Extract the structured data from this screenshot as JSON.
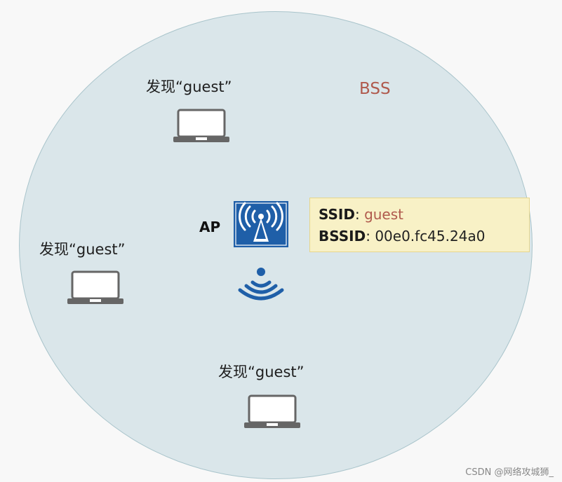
{
  "bss_label": "BSS",
  "discover_text": "发现“guest”",
  "ap_label": "AP",
  "info": {
    "ssid_key": "SSID",
    "ssid_value": "guest",
    "bssid_key": "BSSID",
    "bssid_value": "00e0.fc45.24a0",
    "separator": ": "
  },
  "icons": {
    "laptop": "laptop-icon",
    "access_point": "access-point-icon",
    "wifi": "wifi-signal-icon"
  },
  "colors": {
    "bss_fill": "#dae6ea",
    "ap_blue": "#1f5fa8",
    "accent_red": "#b05a4d",
    "info_box": "#f8f1c6"
  },
  "watermark": "CSDN @网络攻城狮_"
}
